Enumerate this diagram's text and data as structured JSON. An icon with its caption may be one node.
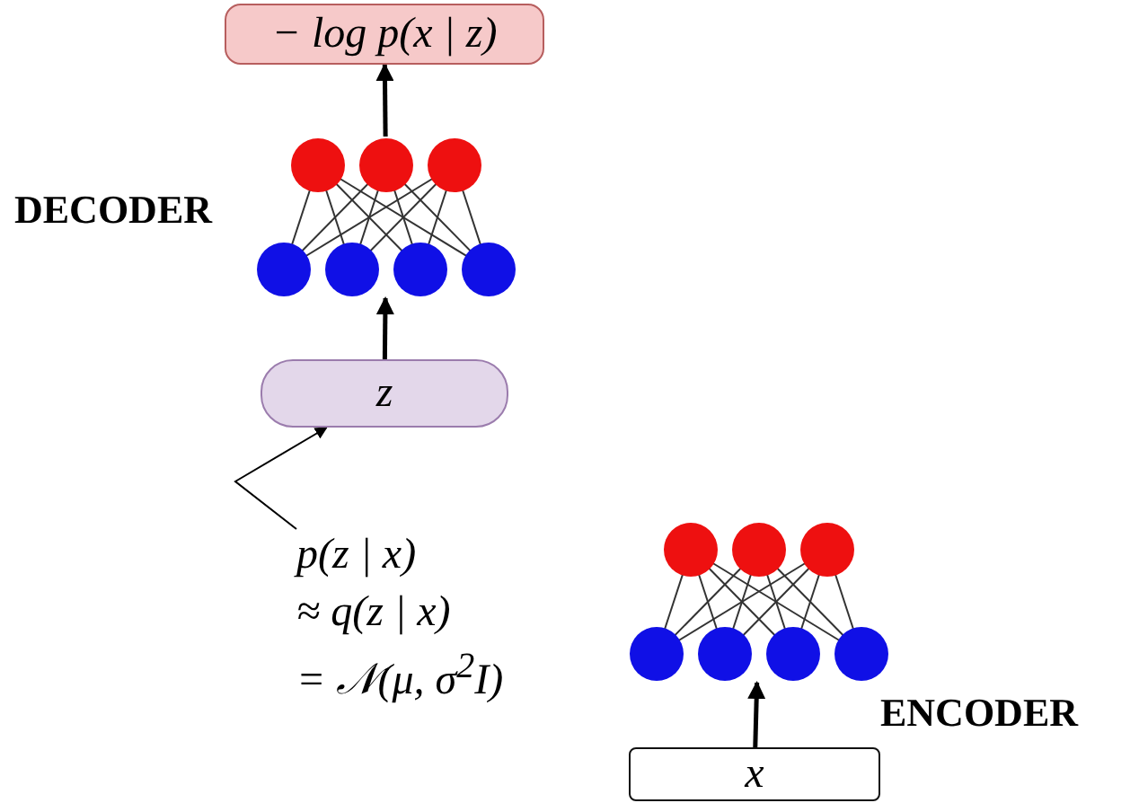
{
  "diagram": {
    "nodes": [
      {
        "text": [
          "− log p(x | z)"
        ]
      },
      {
        "text": [],
        "shape": "picture",
        "beside": [
          "DECODER"
        ]
      },
      {
        "text": [
          "z"
        ]
      },
      {
        "text": [
          "p(z | x) ≈ q(z | x) = 𝒩(μ, σ$^{2}$I)"
        ]
      },
      {
        "text": [],
        "shape": "picture",
        "beside": [
          "ENCODER"
        ]
      },
      {
        "text": [
          "x"
        ]
      }
    ],
    "edges": [
      {
        "from": 1,
        "to": 0,
        "arrow": "to"
      },
      {
        "from": 2,
        "to": 1,
        "arrow": "to"
      },
      {
        "from": 3,
        "to": 2,
        "arrow": "to"
      },
      {
        "from": 5,
        "to": 4,
        "arrow": "to"
      }
    ]
  }
}
